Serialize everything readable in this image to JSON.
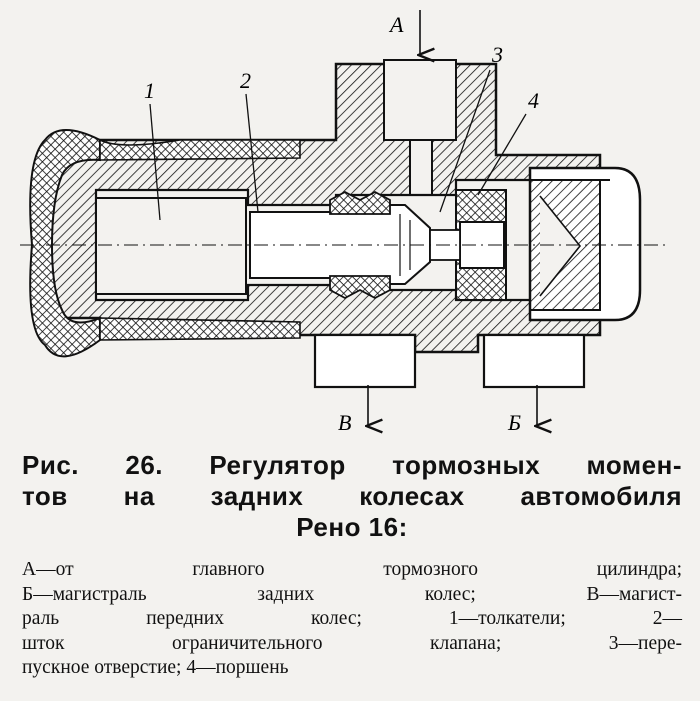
{
  "figure": {
    "flow_labels": {
      "a": "А",
      "b": "Б",
      "v": "В"
    },
    "part_numbers": [
      "1",
      "2",
      "3",
      "4"
    ]
  },
  "caption": {
    "line1": "Рис. 26. Регулятор тормозных момен-",
    "line2": "тов на задних колесах автомобиля",
    "line3": "Рено 16:"
  },
  "legend": {
    "row1": "А—от главного тормозного цилиндра;",
    "row2": "Б—магистраль задних колес; В—магист-",
    "row3": "раль передних колес; 1—толкатели; 2—",
    "row4": "шток ограничительного клапана; 3—пере-",
    "row5": "пускное отверстие; 4—поршень"
  }
}
